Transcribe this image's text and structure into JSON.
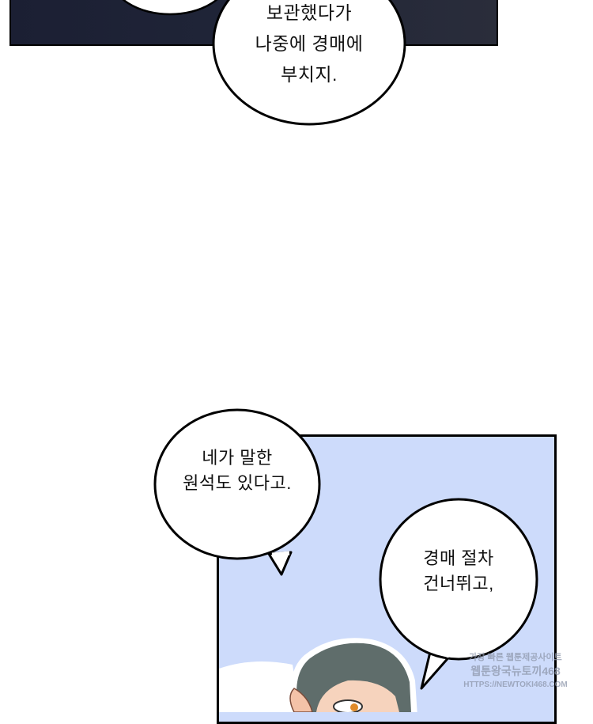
{
  "panels": {
    "top": {
      "bubble_lines": [
        "보관했다가",
        "나중에 경매에",
        "부치지."
      ]
    },
    "bottom": {
      "bubble_left_lines": [
        "네가 말한",
        "원석도 있다고."
      ],
      "bubble_right_lines": [
        "경매 절차",
        "건너뛰고,"
      ]
    }
  },
  "watermark": {
    "line1": "가장 빠른 웹툰제공사이트",
    "line2": "웹툰왕국뉴토끼468",
    "line3": "HTTPS://NEWTOKI468.COM"
  },
  "colors": {
    "panel_bg": "#cddbfb",
    "hair": "#5f6d6b",
    "night": "#1f2336"
  }
}
